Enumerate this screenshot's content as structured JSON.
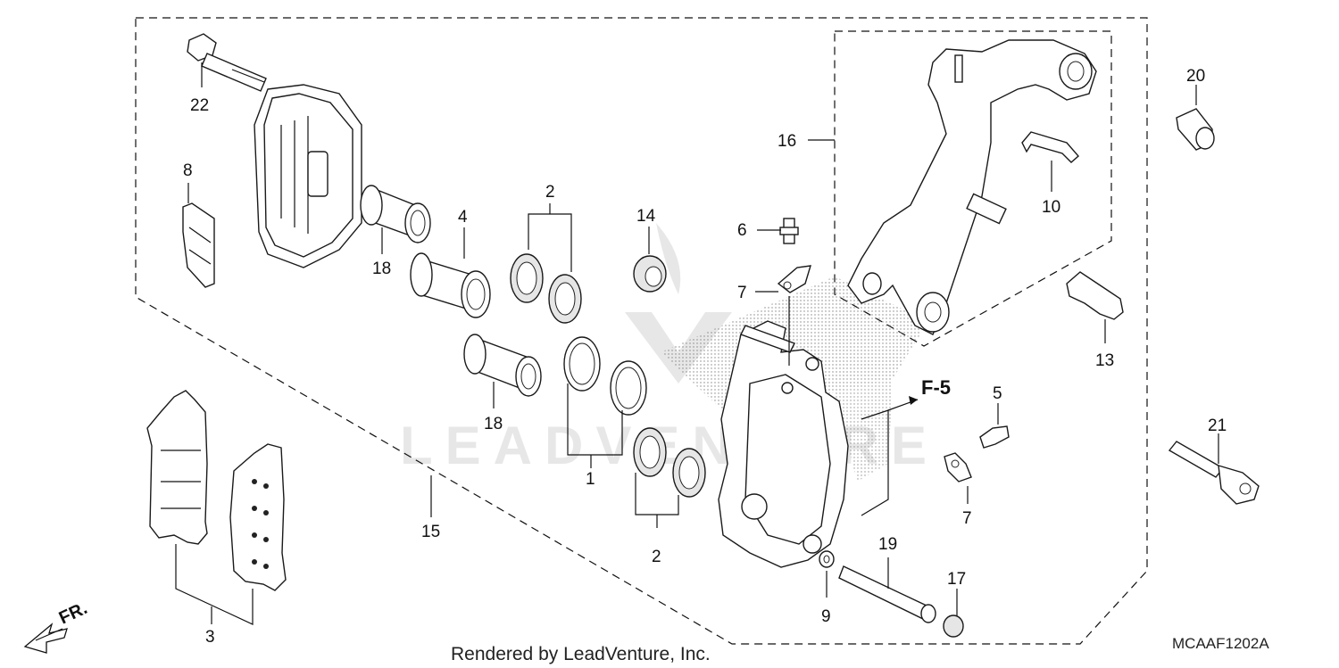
{
  "diagram": {
    "code": "MCAAF1202A",
    "credit": "Rendered by LeadVenture, Inc.",
    "watermark": "LEADVENTURE",
    "reference": "F-5",
    "direction_label": "FR.",
    "labels": {
      "p1": "1",
      "p2a": "2",
      "p2b": "2",
      "p3": "3",
      "p4": "4",
      "p5": "5",
      "p6": "6",
      "p7a": "7",
      "p7b": "7",
      "p8": "8",
      "p9": "9",
      "p10": "10",
      "p13": "13",
      "p14": "14",
      "p15": "15",
      "p16": "16",
      "p17": "17",
      "p18a": "18",
      "p18b": "18",
      "p19": "19",
      "p20": "20",
      "p21": "21",
      "p22": "22"
    }
  }
}
